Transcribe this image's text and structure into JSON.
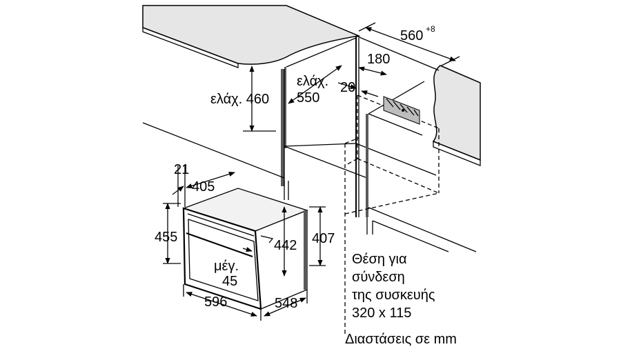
{
  "dimensions": {
    "niche_width": "560",
    "niche_width_tolerance": "+8",
    "depth_180": "180",
    "gap_20": "20",
    "min_height_460": "ελάχ. 460",
    "min_depth_label": "ελάχ.",
    "min_depth_value": "550",
    "front_21": "21",
    "front_405": "405",
    "height_455": "455",
    "height_442": "442",
    "height_407": "407",
    "max_label": "μέγ.",
    "max_value": "45",
    "width_596": "596",
    "depth_548": "548"
  },
  "notes": {
    "connection_line1": "Θέση για",
    "connection_line2": "σύνδεση",
    "connection_line3": "της συσκευής",
    "connection_line4": "320 x 115",
    "units": "Διαστάσεις σε mm"
  },
  "colors": {
    "line": "#000000",
    "worktop": "#e6e6e6",
    "cabinet_edge": "#5a5a5a"
  }
}
